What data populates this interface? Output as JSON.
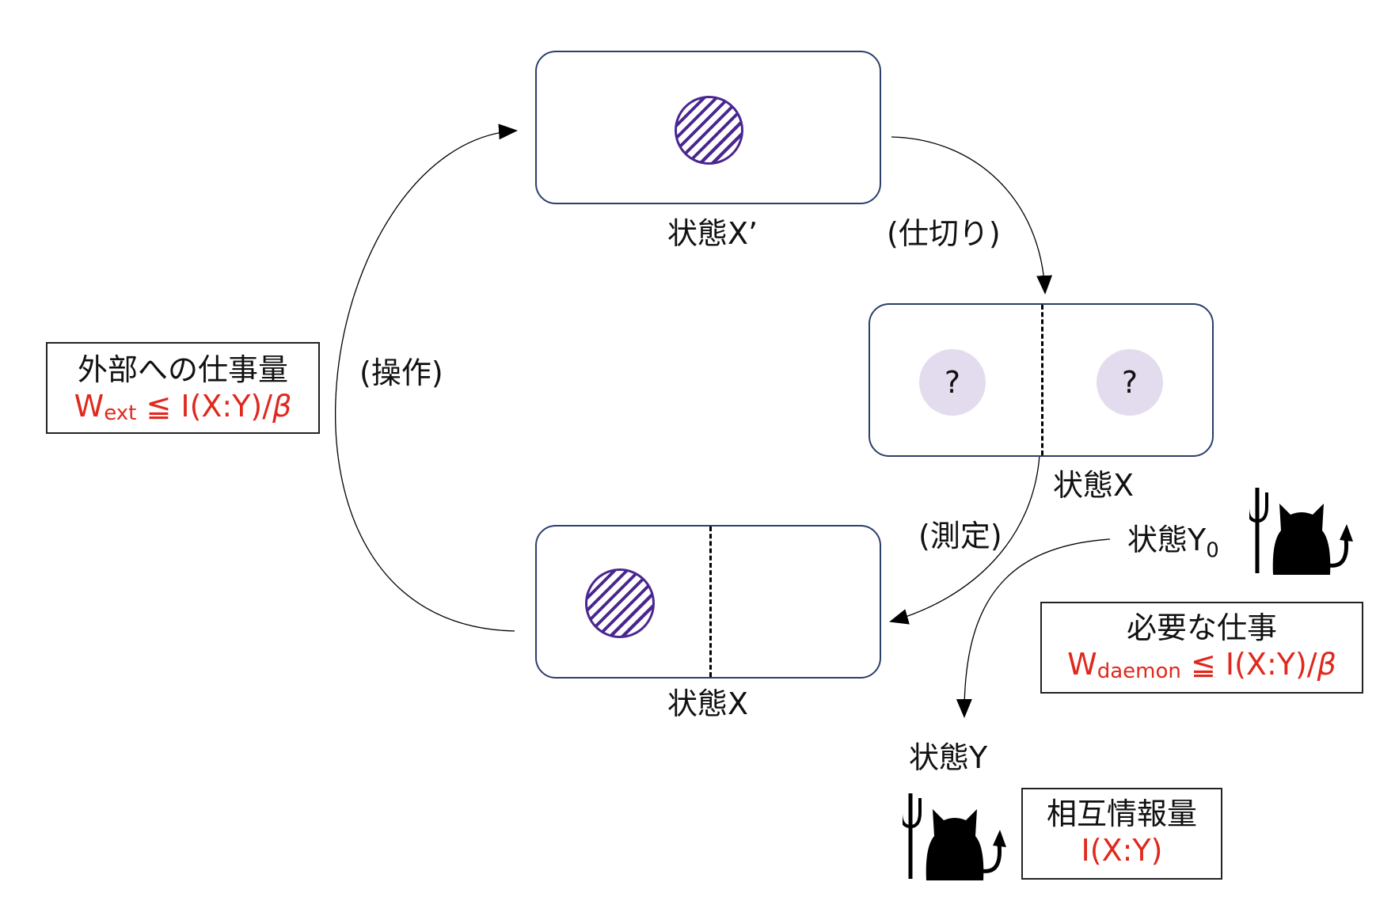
{
  "states": {
    "x_prime": "状態X’",
    "x_partitioned": "状態X",
    "x_measured": "状態X",
    "y0_base": "状態Y",
    "y0_sub": "0",
    "y": "状態Y"
  },
  "unknown": {
    "left": "?",
    "right": "?"
  },
  "steps": {
    "partition": "(仕切り)",
    "measure": "(測定)",
    "operate": "(操作)"
  },
  "external_work": {
    "title": "外部への仕事量",
    "symbol": "W",
    "sub": "ext",
    "relation": " ≦ I(X:Y)/",
    "beta": "β"
  },
  "required_work": {
    "title": "必要な仕事",
    "symbol": "W",
    "sub": "daemon",
    "relation": " ≦ I(X:Y)/",
    "beta": "β"
  },
  "mutual_info": {
    "title": "相互情報量",
    "value": "I(X:Y)"
  },
  "colors": {
    "box_border": "#2b3f6b",
    "particle": "#4a2790",
    "unknown_particle": "#e3dcee",
    "formula": "#e0281d"
  }
}
